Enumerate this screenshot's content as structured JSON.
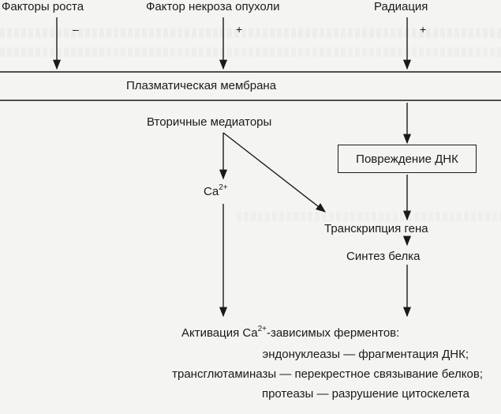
{
  "top": {
    "growth_factors": "Факторы роста",
    "growth_sign": "–",
    "tnf": "Фактор некроза опухоли",
    "tnf_sign": "+",
    "radiation": "Радиация",
    "radiation_sign": "+"
  },
  "membrane": "Плазматическая мембрана",
  "secondary_mediators": "Вторичные медиаторы",
  "dna_damage": "Повреждение ДНК",
  "calcium": {
    "base": "Ca",
    "sup": "2+"
  },
  "gene_transcription": "Транскрипция гена",
  "protein_synthesis": "Синтез белка",
  "activation": {
    "prefix": "Активация Ca",
    "sup": "2+",
    "suffix": "-зависимых ферментов:"
  },
  "enzymes": [
    "эндонуклеазы — фрагментация ДНК;",
    "трансглютаминазы — перекрестное связывание белков;",
    "протеазы — разрушение цитоскелета"
  ]
}
